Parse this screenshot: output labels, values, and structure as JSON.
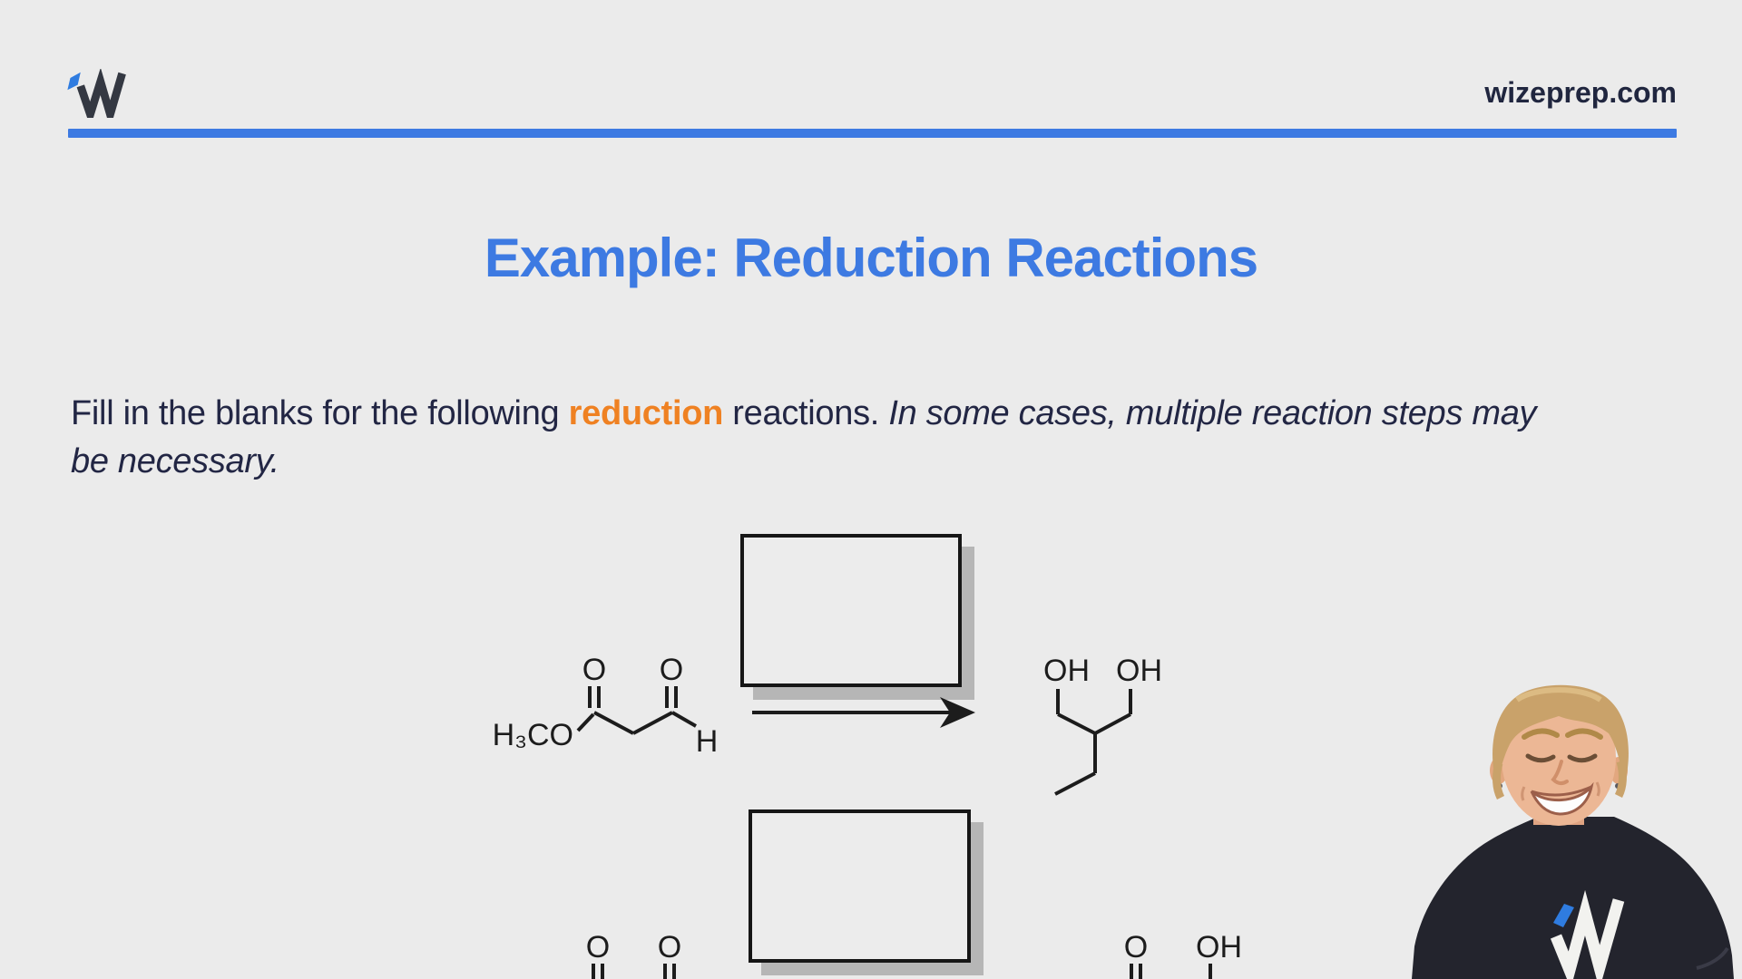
{
  "colors": {
    "background": "#ebebeb",
    "accent_blue": "#3d7ae2",
    "navy_text": "#222644",
    "highlight_orange": "#ef8122",
    "structure_ink": "#1c1c1c"
  },
  "header": {
    "site": "wizeprep.com",
    "logo": "wizeprep-w-logo"
  },
  "title": "Example: Reduction Reactions",
  "prompt": {
    "part1": "Fill in the blanks for the following ",
    "highlight": "reduction",
    "part2": " reactions. ",
    "part3_line1": "In some cases, multiple reaction steps may",
    "part3_line2": "be necessary."
  },
  "reactions": [
    {
      "index": 1,
      "reactant_description": "methyl ester with aldehyde (H3CO-C(=O)-CH2-CHO)",
      "product_description": "1,3-diol with ethyl branch (OH CH2-CH(Et)-CH2 OH)",
      "blank_answer": "",
      "labels": {
        "h3co": "H₃CO",
        "ester_o": "O",
        "aldehyde_o": "O",
        "aldehyde_h": "H",
        "product_oh_left": "OH",
        "product_oh_right": "OH"
      }
    },
    {
      "index": 2,
      "reactant_description": "two carbonyls (partially visible at frame bottom)",
      "product_description": "carbonyl and hydroxyl (partially visible at frame bottom)",
      "blank_answer": "",
      "labels": {
        "reactant_o1": "O",
        "reactant_o2": "O",
        "product_o": "O",
        "product_oh": "OH"
      }
    }
  ],
  "instructor": {
    "description": "instructor webcam overlay, black wizeprep t-shirt"
  }
}
